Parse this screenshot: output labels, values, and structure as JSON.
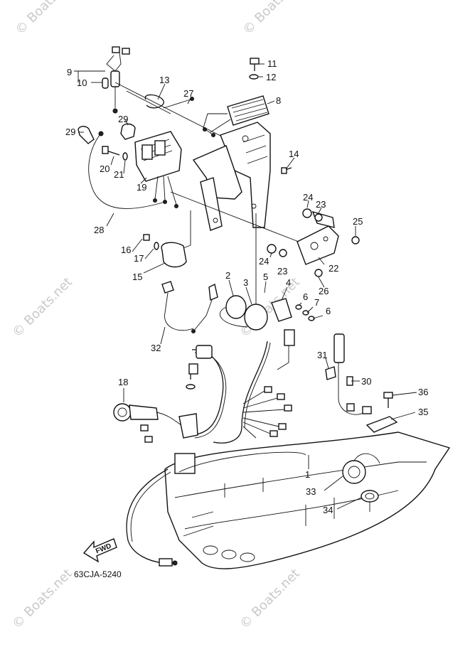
{
  "diagram": {
    "code": "63CJA-5240",
    "fwd_label": "FWD",
    "watermark": "© Boats.net",
    "callouts": {
      "c1": "1",
      "c2": "2",
      "c3": "3",
      "c4": "4",
      "c5": "5",
      "c6a": "6",
      "c6b": "6",
      "c7": "7",
      "c8": "8",
      "c9": "9",
      "c10": "10",
      "c11": "11",
      "c12": "12",
      "c13": "13",
      "c14": "14",
      "c15": "15",
      "c16": "16",
      "c17": "17",
      "c18": "18",
      "c19": "19",
      "c20": "20",
      "c21": "21",
      "c22": "22",
      "c23a": "23",
      "c23b": "23",
      "c24a": "24",
      "c24b": "24",
      "c25": "25",
      "c26": "26",
      "c27": "27",
      "c28": "28",
      "c29a": "29",
      "c29b": "29",
      "c30": "30",
      "c31": "31",
      "c32": "32",
      "c33": "33",
      "c34": "34",
      "c35": "35",
      "c36": "36"
    }
  }
}
